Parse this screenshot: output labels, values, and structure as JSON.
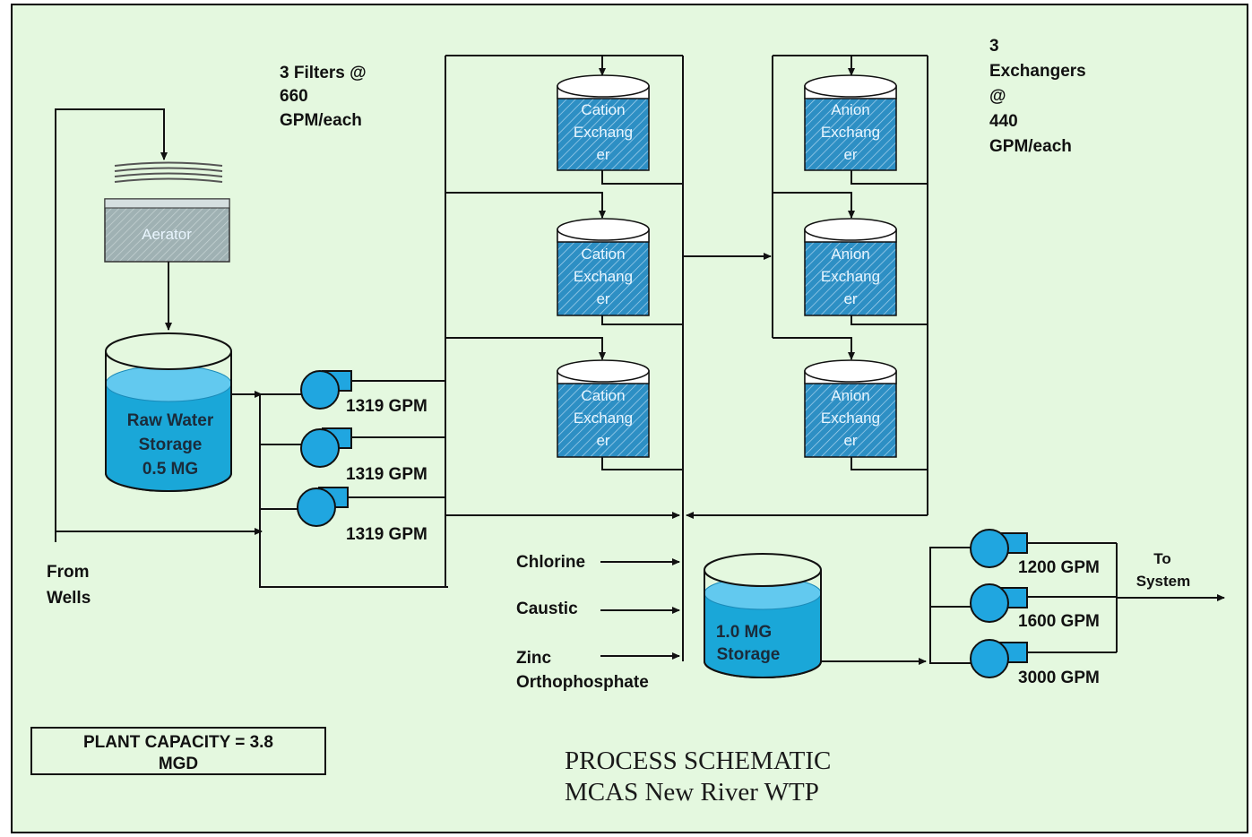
{
  "filters_label": [
    "3 Filters @",
    "660",
    "GPM/each"
  ],
  "exchangers_label": [
    "3",
    "Exchangers",
    "@",
    "440",
    "GPM/each"
  ],
  "aerator_label": "Aerator",
  "raw_storage": [
    "Raw Water",
    "Storage",
    "0.5 MG"
  ],
  "cation_exchanger": [
    "Cation",
    "Exchang",
    "er"
  ],
  "anion_exchanger": [
    "Anion",
    "Exchang",
    "er"
  ],
  "well_pumps": [
    "1319 GPM",
    "1319 GPM",
    "1319 GPM"
  ],
  "from_wells": [
    "From",
    "Wells"
  ],
  "chemicals": {
    "chlorine": "Chlorine",
    "caustic": "Caustic",
    "zinc": [
      "Zinc",
      "Orthophosphate"
    ]
  },
  "finished_storage": [
    "1.0 MG",
    "Storage"
  ],
  "service_pumps": [
    "1200 GPM",
    "1600 GPM",
    "3000 GPM"
  ],
  "to_system": [
    "To",
    "System"
  ],
  "plant_capacity": [
    "PLANT CAPACITY = 3.8",
    "MGD"
  ],
  "title": [
    "PROCESS SCHEMATIC",
    "MCAS New River WTP"
  ],
  "colors": {
    "background": "#e4f8df",
    "water": "#1aa7d8",
    "exchanger": "#2d8fc4",
    "pump": "#20a6e0"
  }
}
